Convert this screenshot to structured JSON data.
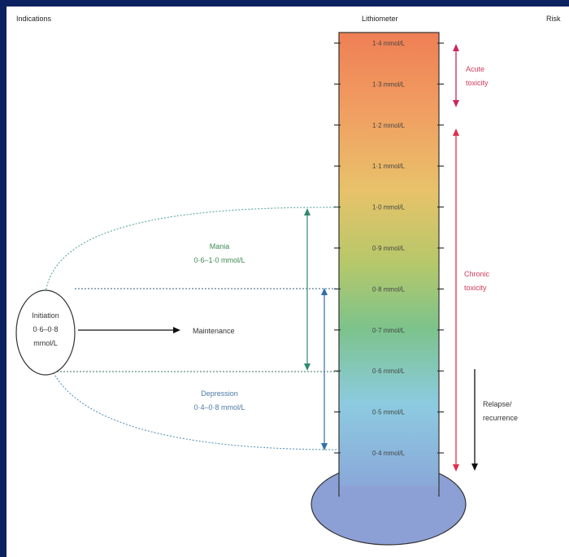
{
  "headers": {
    "indications": "Indications",
    "lithiometer": "Lithiometer",
    "side": "Risk"
  },
  "scale": {
    "unit": "mmol/L",
    "ticks": [
      "1·4 mmol/L",
      "1·3 mmol/L",
      "1·2 mmol/L",
      "1·1 mmol/L",
      "1·0 mmol/L",
      "0·9 mmol/L",
      "0·8 mmol/L",
      "0·7 mmol/L",
      "0·6 mmol/L",
      "0·5 mmol/L",
      "0·4 mmol/L"
    ]
  },
  "labels": {
    "acute_line1": "Acute",
    "acute_line2": "toxicity",
    "chronic_line1": "Chronic",
    "chronic_line2": "toxicity",
    "relapse_line1": "Relapse/",
    "relapse_line2": "recurrence",
    "mania_line1": "Mania",
    "mania_line2": "0·6–1·0 mmol/L",
    "depression_line1": "Depression",
    "depression_line2": "0·4–0·8 mmol/L",
    "initiation_line1": "Initiation",
    "initiation_line2": "0·6–0·8",
    "initiation_line3": "mmol/L",
    "maintenance": "Maintenance"
  },
  "colors": {
    "background": "#0c2160",
    "tube_top": "#ee8a5c",
    "tube_mid": "#a8c36a",
    "tube_bottom": "#8ca0d6",
    "acute": "#c8285a",
    "chronic": "#e0304a",
    "mania": "#2f8a6a",
    "depression": "#2f6fa8",
    "relapse": "#111111"
  }
}
